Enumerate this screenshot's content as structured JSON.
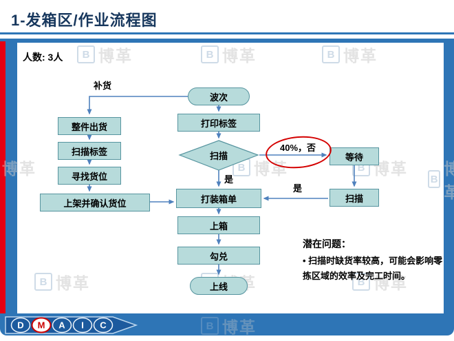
{
  "title": "1-发箱区/作业流程图",
  "header": {
    "people_count": "人数: 3人"
  },
  "watermark": {
    "logo": "B",
    "text": "博革"
  },
  "flowchart": {
    "nodes": {
      "wave": "波次",
      "print_label": "打印标签",
      "scan_decision": "扫描",
      "wait": "等待",
      "scan2": "扫描",
      "packing_list": "打装箱单",
      "box_up": "上箱",
      "blend": "勾兑",
      "online": "上线",
      "whole_shipment": "整件出货",
      "scan_label": "扫描标签",
      "find_slot": "寻找货位",
      "shelf_confirm": "上架并确认货位"
    },
    "labels": {
      "replenish": "补货",
      "no_40": "40%，否",
      "yes_down": "是",
      "yes_left": "是"
    }
  },
  "notes": {
    "title": "潜在问题：",
    "bullet": "• 扫描时缺货率较高，可能会影响零拣区域的效率及完工时间。"
  },
  "dmaic": {
    "letters": [
      "D",
      "M",
      "A",
      "I",
      "C"
    ]
  },
  "colors": {
    "panel_blue": "#2e75b6",
    "accent_red": "#e60012",
    "node_fill": "#b7dbdb",
    "node_border": "#56949f",
    "title_navy": "#17375d",
    "connector": "#4f81bd",
    "highlight_red": "#d40000"
  }
}
